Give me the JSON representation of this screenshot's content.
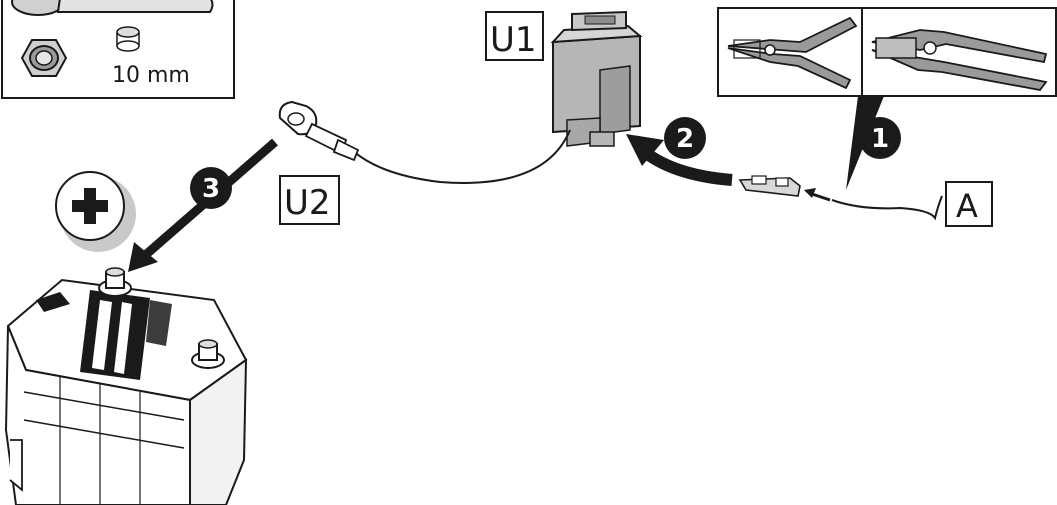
{
  "labels": {
    "fuse_holder": "U1",
    "ring_terminal": "U2",
    "wire": "A"
  },
  "steps": [
    "1",
    "2",
    "3"
  ],
  "tools_box": {
    "size_text": "10 mm"
  },
  "battery": {
    "polarity_symbol": "+"
  },
  "icons": [
    "wrench-icon",
    "nut-icon",
    "socket-icon",
    "wire-stripper-icon",
    "crimping-pliers-icon",
    "battery-icon",
    "plus-icon",
    "fuse-holder-icon",
    "ring-terminal-icon",
    "spade-connector-icon"
  ],
  "colors": {
    "stroke": "#1a1a1a",
    "gray_fill": "#b4b4b4",
    "light_gray": "#d8d8d8",
    "badge": "#1a1a1a"
  }
}
